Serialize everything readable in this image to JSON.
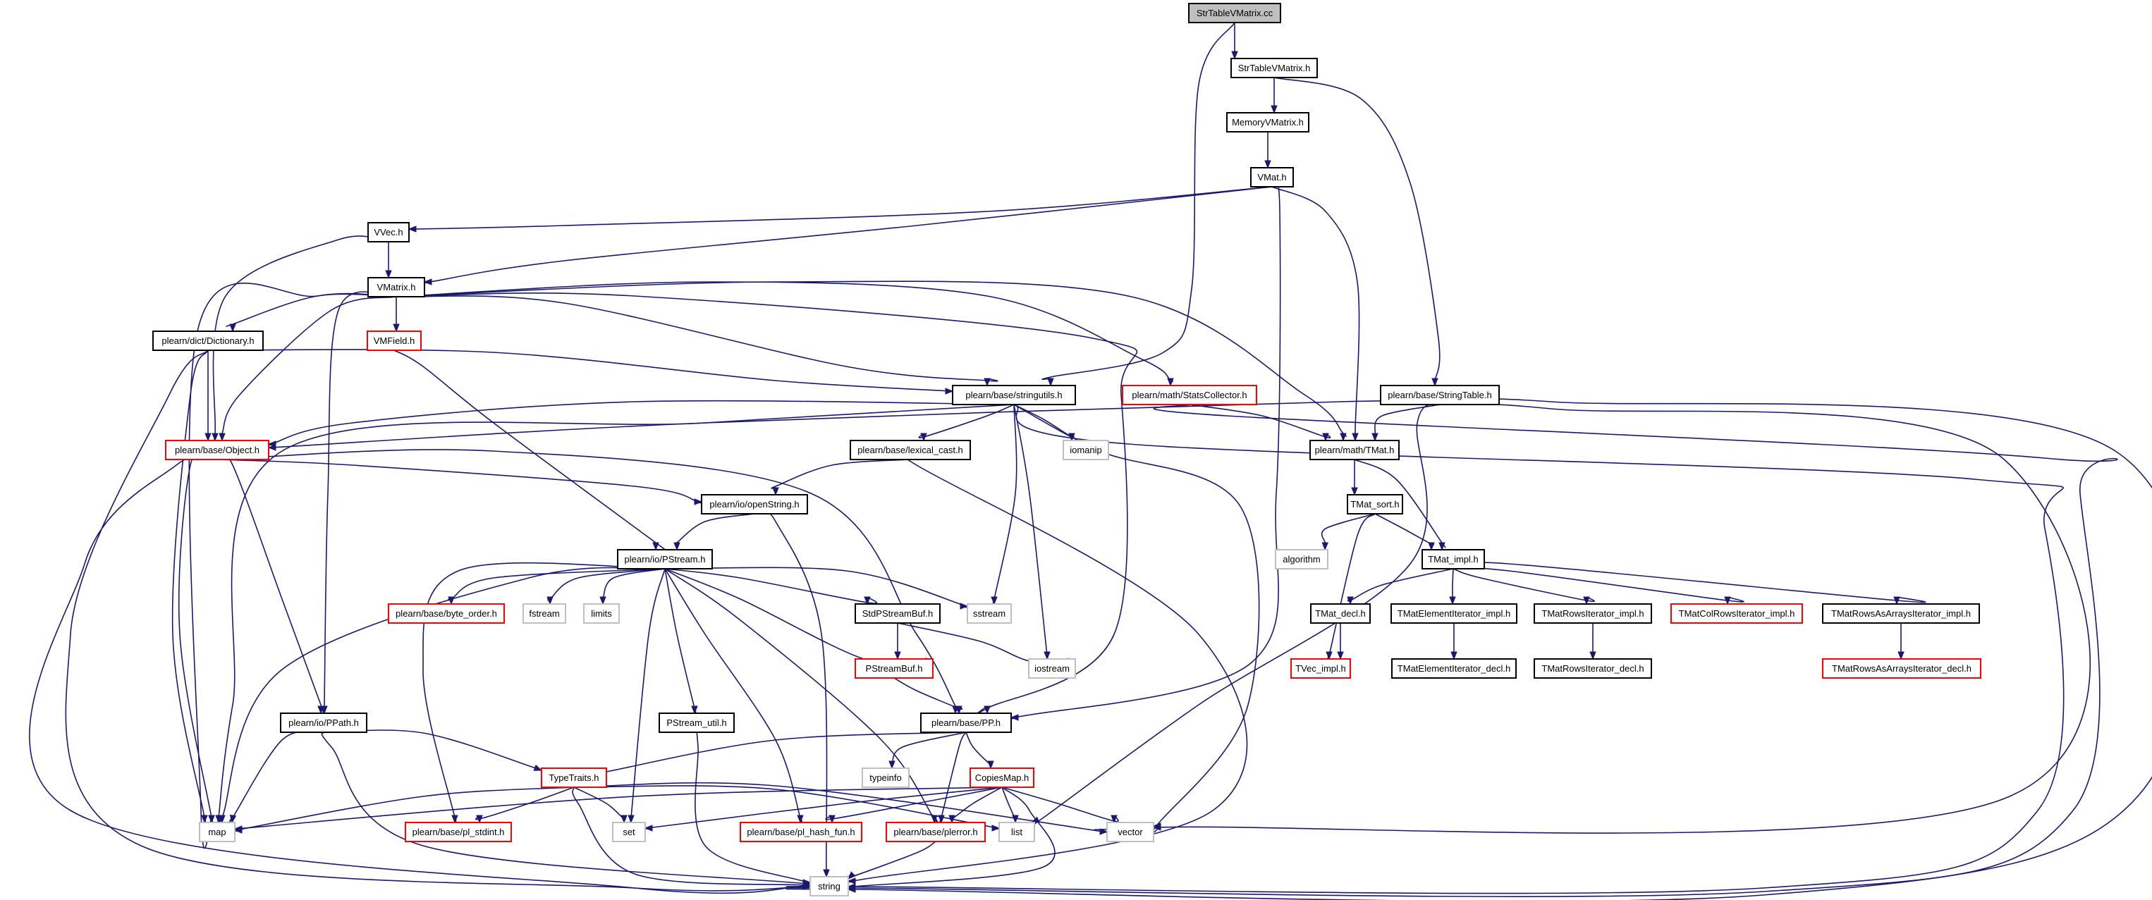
{
  "graph": {
    "title": "StrTableVMatrix.cc",
    "colors": {
      "edge": "#191970",
      "root_fill": "#bfbfbf",
      "normal_border": "#000000",
      "truncated_border": "#ff0000",
      "system_border": "#bfbfbf",
      "background": "#ffffff"
    },
    "nodes": [
      {
        "id": "n_root",
        "label": "StrTableVMatrix.cc",
        "kind": "root"
      },
      {
        "id": "n_strtable_h",
        "label": "StrTableVMatrix.h",
        "kind": "normal"
      },
      {
        "id": "n_memoryvmatrix",
        "label": "MemoryVMatrix.h",
        "kind": "normal"
      },
      {
        "id": "n_vmat",
        "label": "VMat.h",
        "kind": "normal"
      },
      {
        "id": "n_vvec",
        "label": "VVec.h",
        "kind": "normal"
      },
      {
        "id": "n_vmatrix",
        "label": "VMatrix.h",
        "kind": "normal"
      },
      {
        "id": "n_vmfield",
        "label": "VMField.h",
        "kind": "truncated"
      },
      {
        "id": "n_dictionary",
        "label": "plearn/dict/Dictionary.h",
        "kind": "normal"
      },
      {
        "id": "n_stringutils",
        "label": "plearn/base/stringutils.h",
        "kind": "normal"
      },
      {
        "id": "n_statscollector",
        "label": "plearn/math/StatsCollector.h",
        "kind": "truncated"
      },
      {
        "id": "n_stringtable",
        "label": "plearn/base/StringTable.h",
        "kind": "normal"
      },
      {
        "id": "n_object",
        "label": "plearn/base/Object.h",
        "kind": "truncated"
      },
      {
        "id": "n_lexical_cast",
        "label": "plearn/base/lexical_cast.h",
        "kind": "normal"
      },
      {
        "id": "n_iomanip",
        "label": "iomanip",
        "kind": "system"
      },
      {
        "id": "n_tmat",
        "label": "plearn/math/TMat.h",
        "kind": "normal"
      },
      {
        "id": "n_openstring",
        "label": "plearn/io/openString.h",
        "kind": "normal"
      },
      {
        "id": "n_tmat_sort",
        "label": "TMat_sort.h",
        "kind": "normal"
      },
      {
        "id": "n_pstream",
        "label": "plearn/io/PStream.h",
        "kind": "normal"
      },
      {
        "id": "n_algorithm",
        "label": "algorithm",
        "kind": "system"
      },
      {
        "id": "n_tmat_impl",
        "label": "TMat_impl.h",
        "kind": "normal"
      },
      {
        "id": "n_byte_order",
        "label": "plearn/base/byte_order.h",
        "kind": "truncated"
      },
      {
        "id": "n_fstream",
        "label": "fstream",
        "kind": "system"
      },
      {
        "id": "n_limits",
        "label": "limits",
        "kind": "system"
      },
      {
        "id": "n_stdpstreambuf",
        "label": "StdPStreamBuf.h",
        "kind": "normal"
      },
      {
        "id": "n_sstream",
        "label": "sstream",
        "kind": "system"
      },
      {
        "id": "n_tmat_decl",
        "label": "TMat_decl.h",
        "kind": "normal"
      },
      {
        "id": "n_tmatelem_impl",
        "label": "TMatElementIterator_impl.h",
        "kind": "normal"
      },
      {
        "id": "n_tmatrows_impl",
        "label": "TMatRowsIterator_impl.h",
        "kind": "normal"
      },
      {
        "id": "n_tmatcolrows_impl",
        "label": "TMatColRowsIterator_impl.h",
        "kind": "truncated"
      },
      {
        "id": "n_tmatrowsarr_impl",
        "label": "TMatRowsAsArraysIterator_impl.h",
        "kind": "normal"
      },
      {
        "id": "n_pstreambuf",
        "label": "PStreamBuf.h",
        "kind": "truncated"
      },
      {
        "id": "n_iostream",
        "label": "iostream",
        "kind": "system"
      },
      {
        "id": "n_tvec_impl",
        "label": "TVec_impl.h",
        "kind": "truncated"
      },
      {
        "id": "n_tmatelem_decl",
        "label": "TMatElementIterator_decl.h",
        "kind": "normal"
      },
      {
        "id": "n_tmatrows_decl",
        "label": "TMatRowsIterator_decl.h",
        "kind": "normal"
      },
      {
        "id": "n_tmatrowsarr_decl",
        "label": "TMatRowsAsArraysIterator_decl.h",
        "kind": "truncated"
      },
      {
        "id": "n_ppath",
        "label": "plearn/io/PPath.h",
        "kind": "normal"
      },
      {
        "id": "n_pstream_util",
        "label": "PStream_util.h",
        "kind": "normal"
      },
      {
        "id": "n_pp",
        "label": "plearn/base/PP.h",
        "kind": "normal"
      },
      {
        "id": "n_typeinfo",
        "label": "typeinfo",
        "kind": "system"
      },
      {
        "id": "n_typetraits",
        "label": "TypeTraits.h",
        "kind": "truncated"
      },
      {
        "id": "n_copiesmap",
        "label": "CopiesMap.h",
        "kind": "truncated"
      },
      {
        "id": "n_map",
        "label": "map",
        "kind": "system"
      },
      {
        "id": "n_pl_stdint",
        "label": "plearn/base/pl_stdint.h",
        "kind": "truncated"
      },
      {
        "id": "n_set",
        "label": "set",
        "kind": "system"
      },
      {
        "id": "n_pl_hash_fun",
        "label": "plearn/base/pl_hash_fun.h",
        "kind": "truncated"
      },
      {
        "id": "n_plerror",
        "label": "plearn/base/plerror.h",
        "kind": "truncated"
      },
      {
        "id": "n_list",
        "label": "list",
        "kind": "system"
      },
      {
        "id": "n_vector",
        "label": "vector",
        "kind": "system"
      },
      {
        "id": "n_string",
        "label": "string",
        "kind": "system"
      }
    ]
  }
}
